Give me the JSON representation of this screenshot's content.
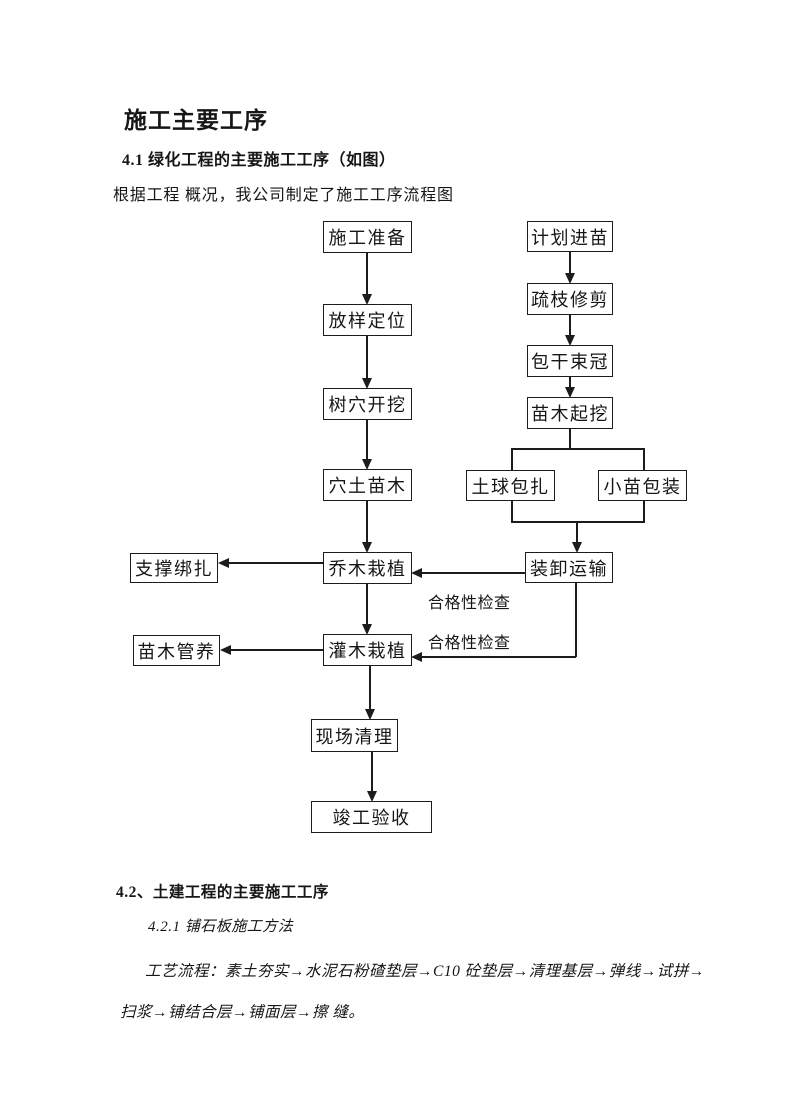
{
  "document": {
    "title": "施工主要工序",
    "section41": {
      "heading": "4.1 绿化工程的主要施工工序（如图）",
      "intro": "根据工程 概况，我公司制定了施工工序流程图"
    },
    "section42": {
      "heading": "4.2、土建工程的主要施工工序",
      "subheading": "4.2.1 铺石板施工方法",
      "process_line1": "工艺流程：素土夯实→水泥石粉碴垫层→C10 砼垫层→清理基层→弹线→试拼→",
      "process_line2": "扫浆→铺结合层→铺面层→擦 缝。"
    }
  },
  "flowchart": {
    "left_column": [
      "施工准备",
      "放样定位",
      "树穴开挖",
      "穴土苗木",
      "乔木栽植",
      "灌木栽植",
      "现场清理",
      "竣工验收"
    ],
    "right_column": [
      "计划进苗",
      "疏枝修剪",
      "包干束冠",
      "苗木起挖"
    ],
    "branch_boxes": [
      "土球包扎",
      "小苗包装"
    ],
    "transport_box": "装卸运输",
    "side_boxes": [
      "支撑绑扎",
      "苗木管养"
    ],
    "check_labels": [
      "合格性检查",
      "合格性检查"
    ]
  },
  "colors": {
    "ink": "#1c1c1c",
    "paper": "#ffffff"
  }
}
